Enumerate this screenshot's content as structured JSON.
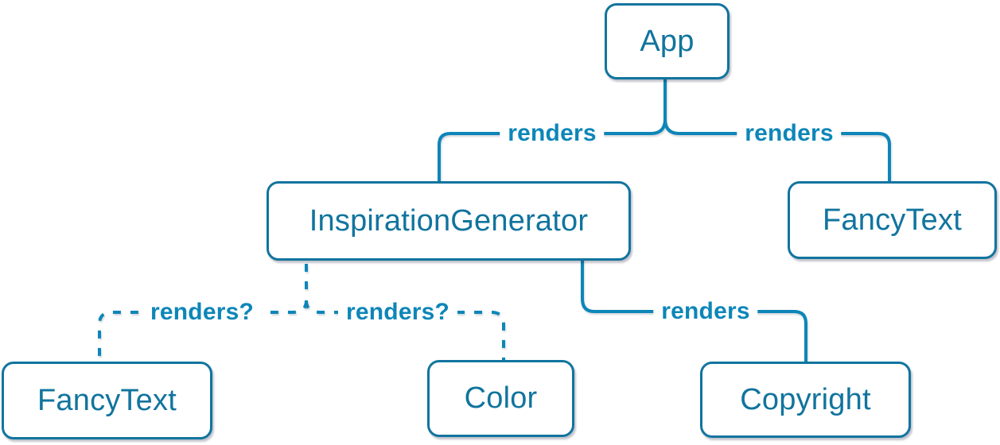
{
  "nodes": [
    {
      "id": "app",
      "label": "App"
    },
    {
      "id": "inspiration-generator",
      "label": "InspirationGenerator"
    },
    {
      "id": "fancy-text-top",
      "label": "FancyText"
    },
    {
      "id": "fancy-text-bottom",
      "label": "FancyText"
    },
    {
      "id": "color",
      "label": "Color"
    },
    {
      "id": "copyright",
      "label": "Copyright"
    }
  ],
  "edges": [
    {
      "from": "App",
      "to": "InspirationGenerator",
      "label": "renders",
      "style": "solid"
    },
    {
      "from": "App",
      "to": "FancyText",
      "label": "renders",
      "style": "solid"
    },
    {
      "from": "InspirationGenerator",
      "to": "FancyText",
      "label": "renders?",
      "style": "dashed"
    },
    {
      "from": "InspirationGenerator",
      "to": "Color",
      "label": "renders?",
      "style": "dashed"
    },
    {
      "from": "InspirationGenerator",
      "to": "Copyright",
      "label": "renders",
      "style": "solid"
    }
  ],
  "colors": {
    "node": "#11749e",
    "edge": "#0d86b8",
    "background": "#ffffff"
  }
}
